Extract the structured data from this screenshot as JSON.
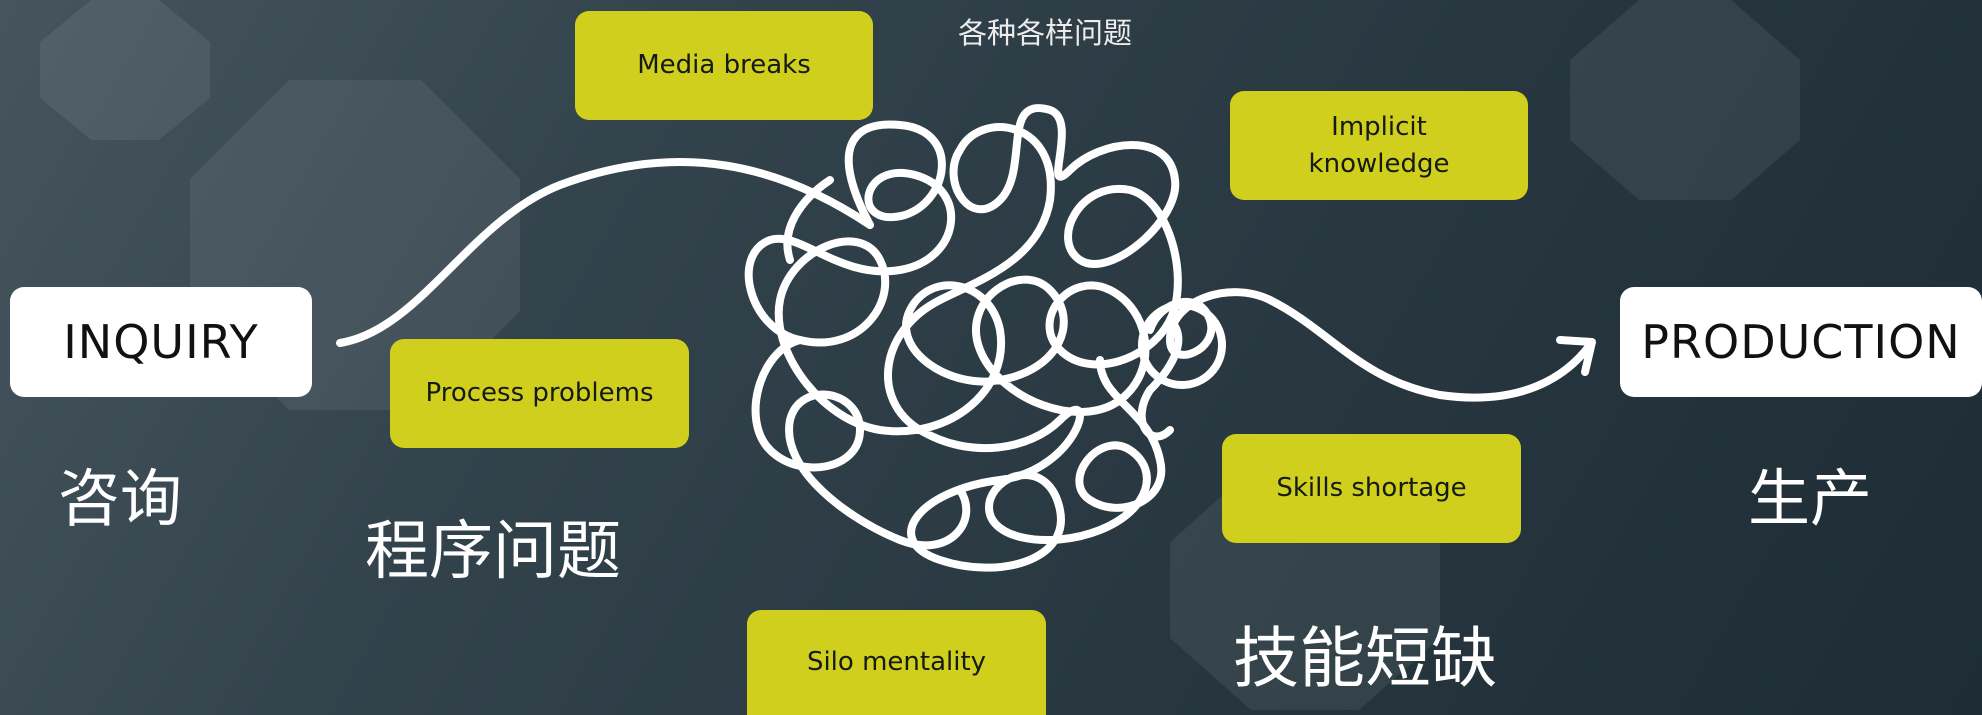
{
  "colors": {
    "accent": "#d0cf1e",
    "box_white": "#ffffff",
    "text_light": "#ffffff"
  },
  "title": "各种各样问题",
  "start": {
    "label": "INQUIRY",
    "cn": "咨询"
  },
  "end": {
    "label": "PRODUCTION",
    "cn": "生产"
  },
  "problems": {
    "media": "Media breaks",
    "implicit_line1": "Implicit",
    "implicit_line2": "knowledge",
    "process": "Process problems",
    "skills": "Skills shortage",
    "silo": "Silo mentality"
  },
  "cn_labels": {
    "process": "程序问题",
    "skills": "技能短缺"
  },
  "icons": {
    "scribble": "tangled-line-icon",
    "arrow": "arrow-head-icon"
  }
}
